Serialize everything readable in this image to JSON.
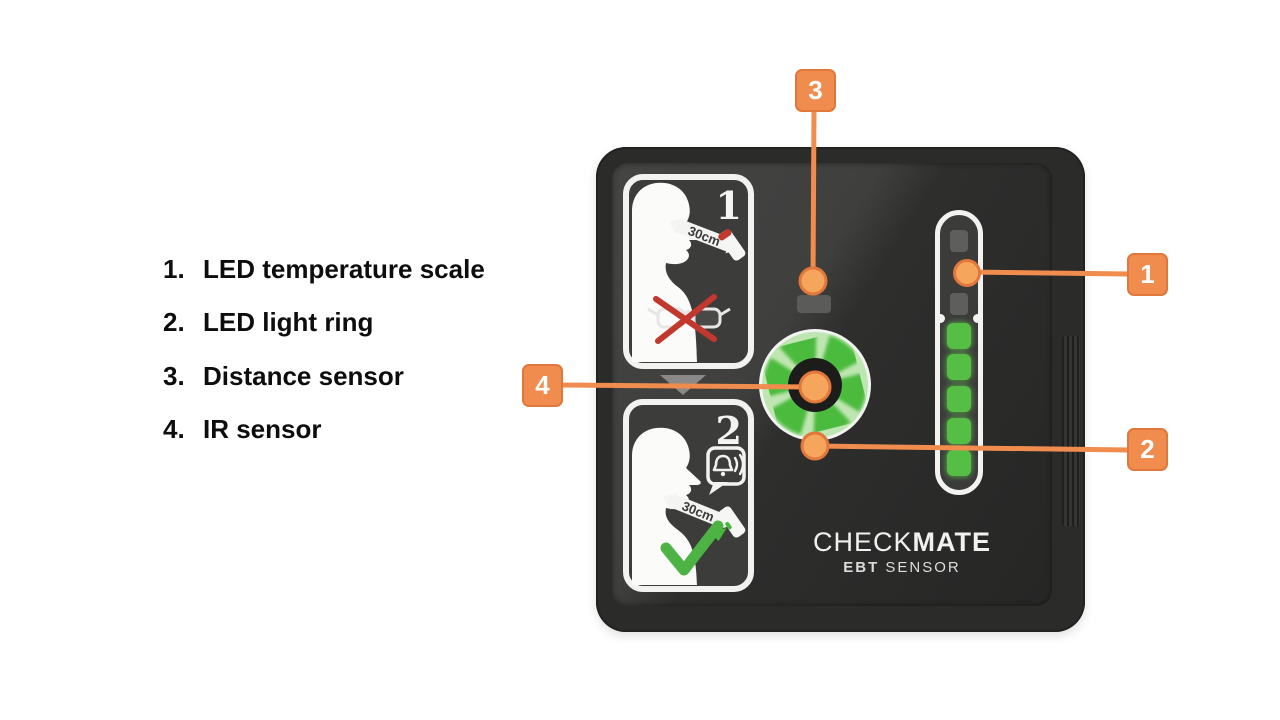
{
  "legend": {
    "items": [
      {
        "number": "1.",
        "label": "LED temperature scale"
      },
      {
        "number": "2.",
        "label": "LED light ring"
      },
      {
        "number": "3.",
        "label": "Distance sensor"
      },
      {
        "number": "4.",
        "label": "IR sensor"
      }
    ]
  },
  "callouts": {
    "boxes": [
      {
        "number": "1",
        "target": "LED temperature scale"
      },
      {
        "number": "2",
        "target": "LED light ring"
      },
      {
        "number": "3",
        "target": "Distance sensor"
      },
      {
        "number": "4",
        "target": "IR sensor"
      }
    ],
    "accent_color": "#EF8C4E",
    "dot_fill_color": "#F6A55C"
  },
  "device": {
    "brand": {
      "part1": "CHECK",
      "part2": "MATE",
      "subtitle_part1": "EBT",
      "subtitle_part2": "SENSOR"
    },
    "pictograms": [
      {
        "number": "1",
        "distance_label": "30cm",
        "meaning": "remove glasses, hold 30cm away"
      },
      {
        "number": "2",
        "distance_label": "30cm",
        "meaning": "alarm beeps, correct 30cm distance"
      }
    ],
    "led_scale": {
      "unlit_count": 2,
      "lit_count": 5,
      "lit_color": "#55BF45",
      "unlit_color": "#5E5E5D"
    },
    "ring_color": "#4CBB3E",
    "body_color": "#2B2B2A",
    "check_color": "#4CB344",
    "cross_color": "#C2372E"
  }
}
